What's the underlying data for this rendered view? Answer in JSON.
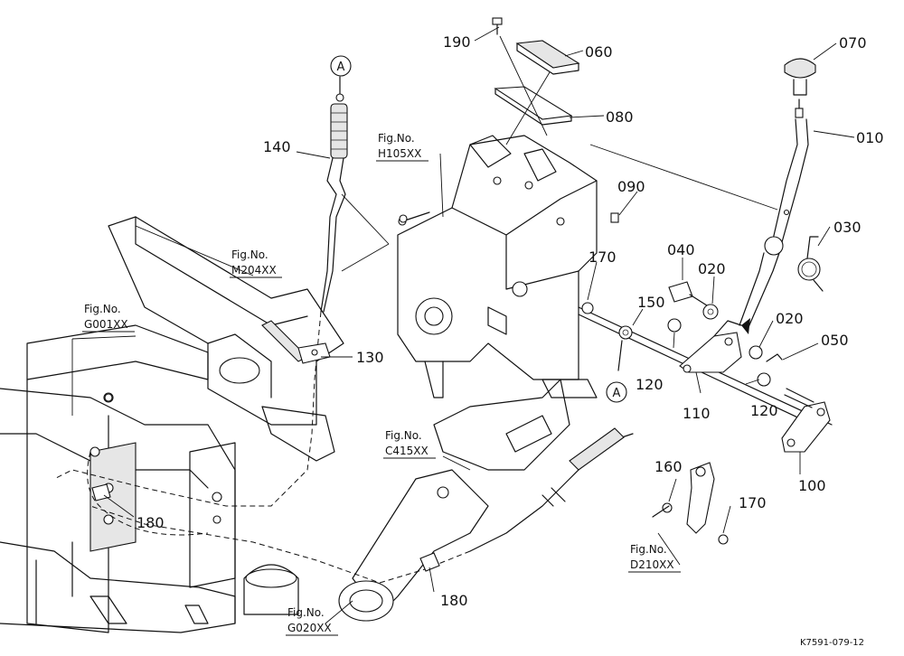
{
  "parts": {
    "p010": "010",
    "p020a": "020",
    "p020b": "020",
    "p030": "030",
    "p040": "040",
    "p050": "050",
    "p060": "060",
    "p070": "070",
    "p080": "080",
    "p090": "090",
    "p100": "100",
    "p110": "110",
    "p120a": "120",
    "p120b": "120",
    "p130": "130",
    "p140": "140",
    "p150": "150",
    "p160": "160",
    "p170a": "170",
    "p170b": "170",
    "p180a": "180",
    "p180b": "180",
    "p190": "190"
  },
  "figure_refs": {
    "label": "Fig.No.",
    "h105": "H105XX",
    "m204": "M204XX",
    "g001": "G001XX",
    "c415": "C415XX",
    "d210": "D210XX",
    "g020": "G020XX"
  },
  "callouts": {
    "top": "A",
    "bottom": "A"
  },
  "drawing_code": "K7591-079-12"
}
